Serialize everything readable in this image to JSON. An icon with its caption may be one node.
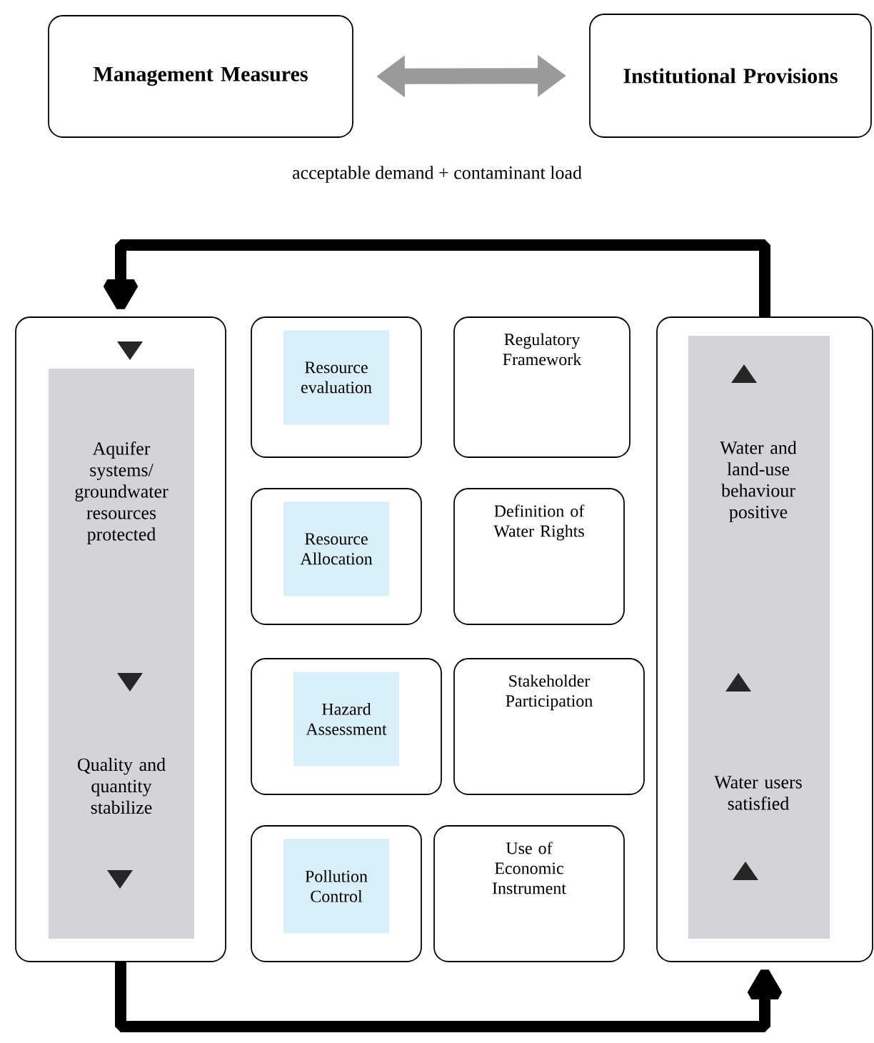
{
  "diagram": {
    "nodes": [
      {
        "text": [
          "Management Measures"
        ]
      },
      {
        "text": [
          "Institutional Provisions"
        ]
      },
      {
        "text": [
          "Aquifer systems/ groundwater resources protected",
          "Quality and quantity stabilize"
        ]
      },
      {
        "text": [
          "Resource evaluation"
        ]
      },
      {
        "text": [
          "Regulatory Framework"
        ]
      },
      {
        "text": [
          "Resource Allocation"
        ]
      },
      {
        "text": [
          "Definition of Water Rights"
        ]
      },
      {
        "text": [
          "Hazard Assessment"
        ]
      },
      {
        "text": [
          "Stakeholder Participation"
        ]
      },
      {
        "text": [
          "Pollution Control"
        ]
      },
      {
        "text": [
          "Use of Economic Instrument"
        ]
      },
      {
        "text": [
          "Water and land-use behaviour positive",
          "Water users satisfied"
        ]
      }
    ],
    "edges": [
      {
        "from": 0,
        "to": 1,
        "arrow": "both",
        "color": "#9a9a9a"
      },
      {
        "from": 11,
        "to": 2,
        "arrow": "to"
      },
      {
        "from": 2,
        "to": 11,
        "arrow": "to"
      }
    ],
    "labels": [
      "acceptable demand + contaminant load"
    ]
  }
}
